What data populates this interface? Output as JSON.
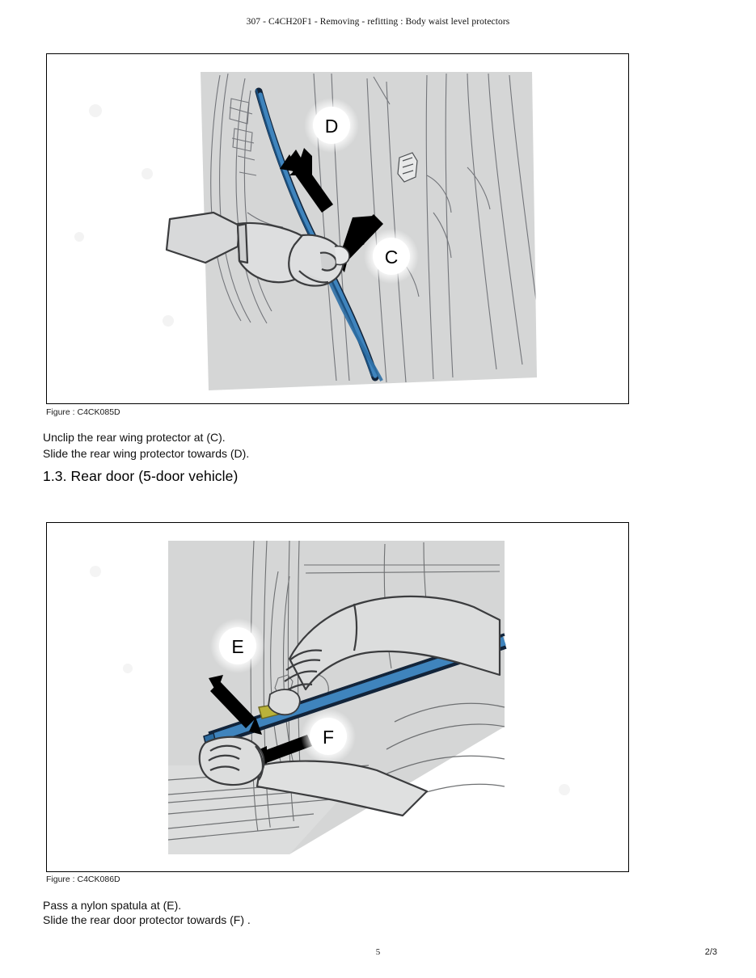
{
  "header": {
    "title": "307 - C4CH20F1 - Removing - refitting : Body waist level protectors"
  },
  "figures": [
    {
      "id": "figure-1",
      "caption": "Figure : C4CK085D",
      "callouts": [
        "D",
        "C"
      ],
      "alt": "Rear wing protector strip being unclipped from body panel with a hand"
    },
    {
      "id": "figure-2",
      "caption": "Figure : C4CK086D",
      "callouts": [
        "E",
        "F"
      ],
      "alt": "Rear door protector being removed with a nylon spatula and two hands"
    }
  ],
  "instructions_1": {
    "line1": "Unclip the rear wing protector at (C).",
    "line2": "Slide the rear wing protector towards (D)."
  },
  "section": {
    "heading": "1.3. Rear door (5-door vehicle)"
  },
  "instructions_2": {
    "line1": "Pass a nylon spatula at (E).",
    "line2": "Slide the rear door protector towards (F) ."
  },
  "footer": {
    "center_mark": "5",
    "page_number": "2/3"
  },
  "colors": {
    "protector_blue": "#3f84bd",
    "protector_blue_dark": "#1c4f7d",
    "protector_navy": "#12243a",
    "panel_gray": "#d5d6d6",
    "panel_gray_light": "#e2e3e3",
    "line_gray": "#6e7072",
    "arrow_black": "#000000",
    "spatula_tip": "#b9b23a",
    "text_black": "#101010"
  }
}
